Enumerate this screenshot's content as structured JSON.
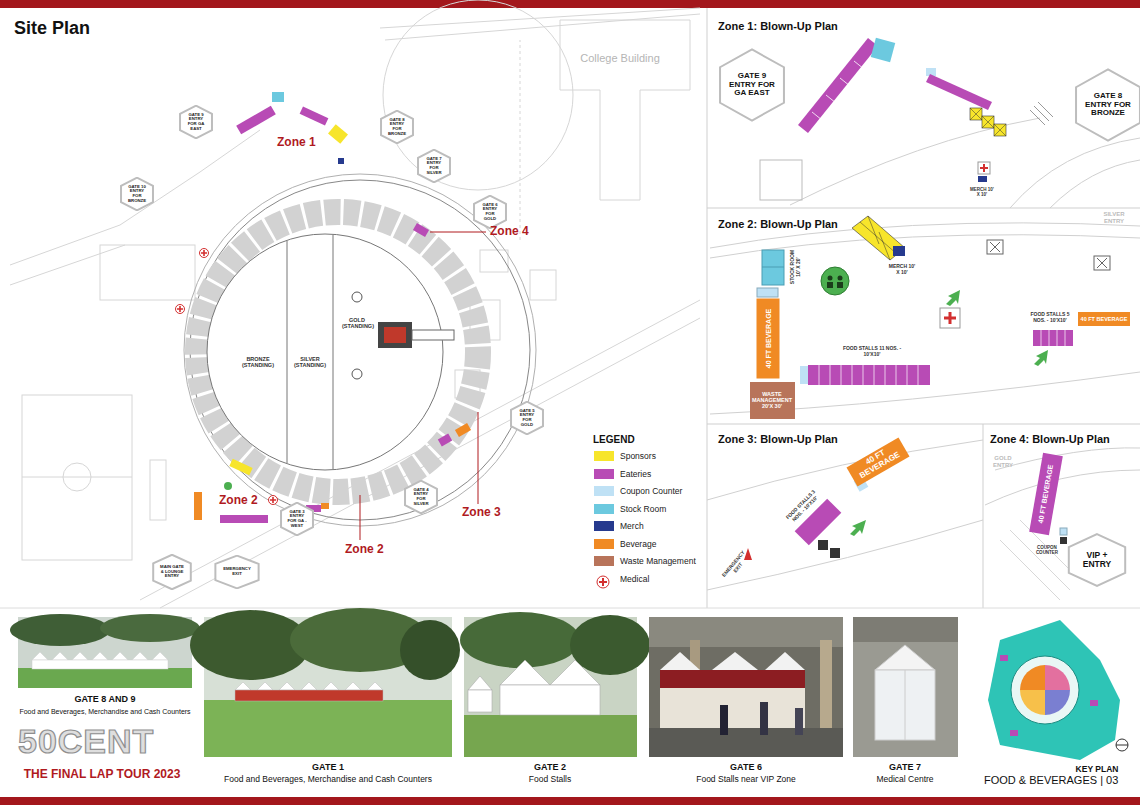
{
  "diagram": {
    "title": "Site Plan",
    "nodes": [
      {
        "text": [
          "GATE 9 ENTRY FOR GA EAST"
        ]
      },
      {
        "text": [
          "GATE 8 ENTRY FOR BRONZE"
        ]
      },
      {
        "text": [
          "GATE 7 ENTRY FOR SILVER"
        ]
      },
      {
        "text": [
          "GATE 6 ENTRY FOR GOLD"
        ]
      },
      {
        "text": [
          "GATE 10 ENTRY FOR BRONZE"
        ]
      },
      {
        "text": [
          "GATE 5 ENTRY FOR GOLD"
        ]
      },
      {
        "text": [
          "GATE 4 ENTRY FOR SILVER"
        ]
      },
      {
        "text": [
          "GATE 3 ENTRY FOR GA - WEST"
        ]
      },
      {
        "text": [
          "MAIN GATE & LOUNGE ENTRY"
        ]
      },
      {
        "text": [
          "EMERGENCY EXIT"
        ]
      },
      {
        "text": [
          "GATE 9 ENTRY FOR GA EAST"
        ]
      },
      {
        "text": [
          "GATE 8 ENTRY FOR BRONZE"
        ]
      },
      {
        "text": [
          "40 FT BEVERAGE"
        ]
      },
      {
        "text": [
          "WASTE MANAGEMENT 20'X 30'"
        ]
      },
      {
        "text": [
          "40 FT BEVERAGE"
        ]
      },
      {
        "text": [
          "40 FT BEVERAGE"
        ]
      },
      {
        "text": [
          "40 FT BEVERAGE"
        ]
      },
      {
        "text": [
          "VIP + ENTRY"
        ]
      }
    ],
    "labels": [
      "Zone 1",
      "Zone 4",
      "Zone 2",
      "Zone 2",
      "Zone 3",
      "College Building",
      "BRONZE (STANDING)",
      "SILVER (STANDING)",
      "GOLD (STANDING)",
      "LEGEND",
      "Zone 1: Blown-Up Plan",
      "MERCH 10' X 10'",
      "Zone 2: Blown-Up Plan",
      "STOCK ROOM 10' X 20'",
      "MERCH 10' X 10'",
      "FOOD STALLS 11 NOS. - 10'X10'",
      "FOOD STALLS 5 NOS. - 10'X10'",
      "SILVER ENTRY",
      "Zone 3: Blown-Up Plan",
      "FOOD STALLS 3 NOS. - 10'X10'",
      "EMERGENCY EXIT",
      "Zone 4: Blown-Up Plan",
      "GOLD ENTRY",
      "COUPON COUNTER",
      "GATE 8 AND 9",
      "Food and Beverages, Merchandise and Cash Counters",
      "50CENT",
      "THE FINAL LAP TOUR 2023",
      "GATE 1",
      "Food and Beverages, Merchandise and Cash Counters",
      "GATE 2",
      "Food Stalls",
      "GATE 6",
      "Food Stalls near VIP Zone",
      "GATE 7",
      "Medical Centre",
      "KEY PLAN",
      "FOOD & BEVERAGES | 03"
    ],
    "legend": [
      {
        "text": "Sponsors",
        "color": "#f7e52b"
      },
      {
        "text": "Eateries",
        "color": "#b84bb5"
      },
      {
        "text": "Coupon Counter",
        "color": "#bfe1f5"
      },
      {
        "text": "Stock Room",
        "color": "#6cc9df"
      },
      {
        "text": "Merch",
        "color": "#263a8e"
      },
      {
        "text": "Beverage",
        "color": "#f08a24"
      },
      {
        "text": "Waste Management",
        "color": "#b8745a"
      },
      {
        "text": "Medical"
      }
    ]
  }
}
